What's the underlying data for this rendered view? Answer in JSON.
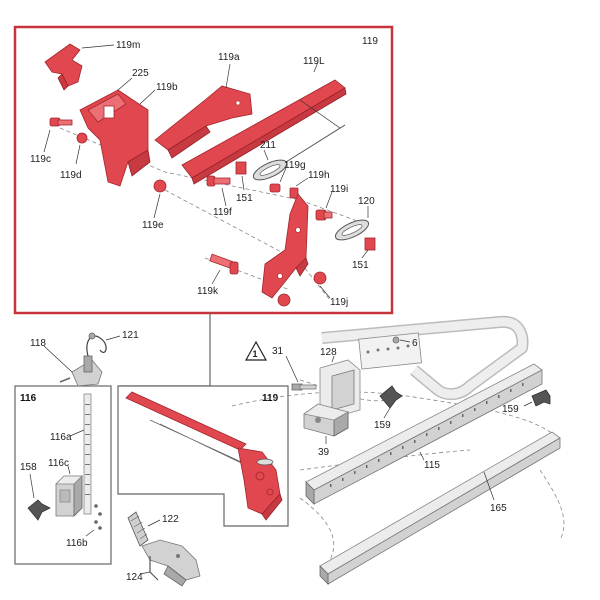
{
  "callouts": {
    "c119_top": "119",
    "c119m": "119m",
    "c225": "225",
    "c119b": "119b",
    "c119a": "119a",
    "c119L": "119L",
    "c119c": "119c",
    "c119d": "119d",
    "c211": "211",
    "c119g": "119g",
    "c119h": "119h",
    "c119i": "119i",
    "c120": "120",
    "c151a": "151",
    "c151b": "151",
    "c119e": "119e",
    "c119f": "119f",
    "c119k": "119k",
    "c119j": "119j",
    "c121": "121",
    "c118": "118",
    "c116": "116",
    "c116a": "116a",
    "c116c": "116c",
    "c158": "158",
    "c116b": "116b",
    "c119_mid": "119",
    "c122": "122",
    "c124": "124",
    "c31": "31",
    "c128": "128",
    "c6": "6",
    "c159a": "159",
    "c159b": "159",
    "c39": "39",
    "c115": "115",
    "c165": "165"
  },
  "colors": {
    "highlight_frame": "#c8343c",
    "part_red": "#e0474f",
    "part_grey": "#d2d2d2",
    "frame_dark": "#555555"
  },
  "icons": [
    "warning-triangle-icon"
  ]
}
